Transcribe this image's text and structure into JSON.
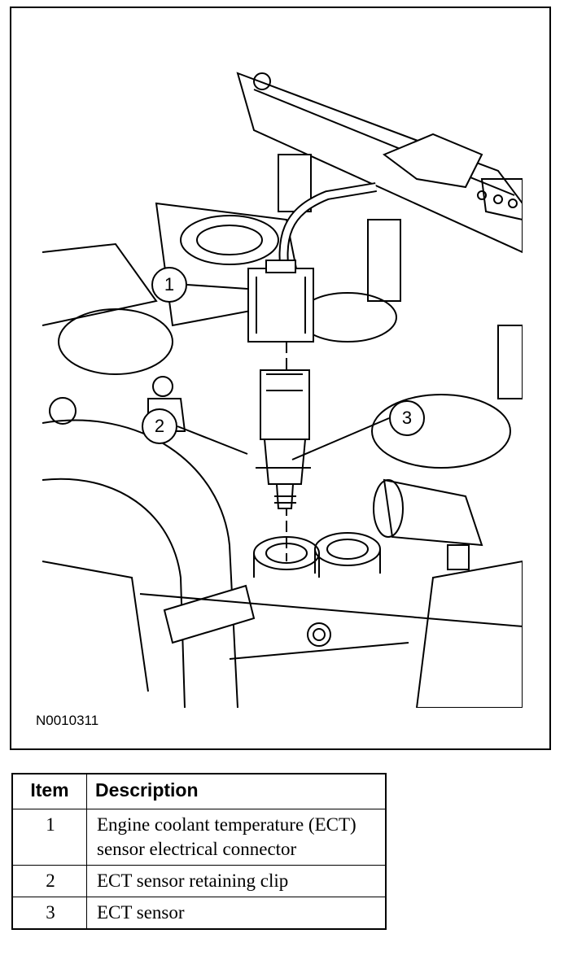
{
  "figure": {
    "id_label": "N0010311",
    "callouts": [
      "1",
      "2",
      "3"
    ]
  },
  "legend": {
    "headers": [
      "Item",
      "Description"
    ],
    "rows": [
      {
        "item": "1",
        "description": "Engine coolant temperature (ECT) sensor electrical connector"
      },
      {
        "item": "2",
        "description": "ECT sensor retaining clip"
      },
      {
        "item": "3",
        "description": "ECT sensor"
      }
    ]
  }
}
